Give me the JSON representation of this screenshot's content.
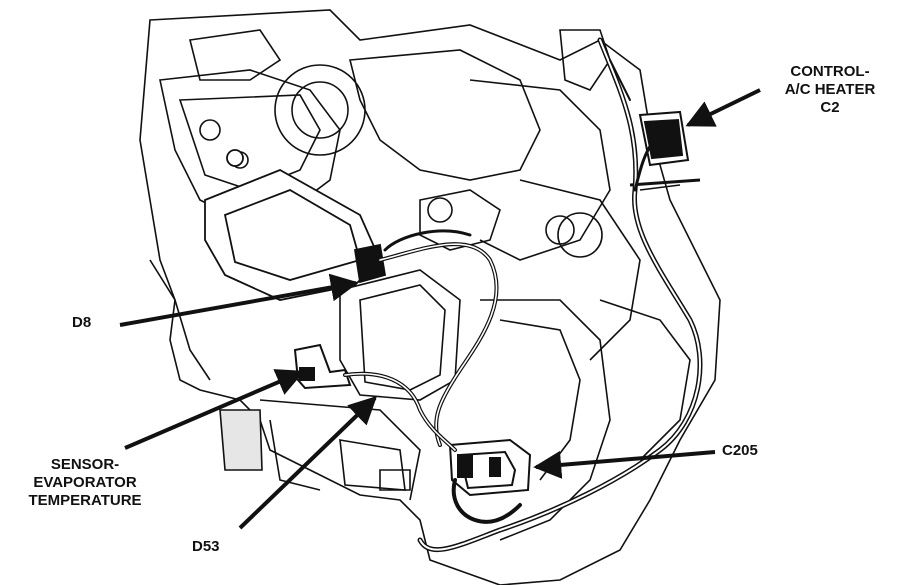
{
  "labels": {
    "control_ac_heater": [
      "CONTROL-",
      "A/C HEATER",
      "C2"
    ],
    "d8": "D8",
    "sensor_evap": [
      "SENSOR-",
      "EVAPORATOR",
      "TEMPERATURE"
    ],
    "d53": "D53",
    "c205": "C205"
  },
  "colors": {
    "ink": "#111111",
    "paper": "#ffffff",
    "shade": "#e6e6e6"
  }
}
